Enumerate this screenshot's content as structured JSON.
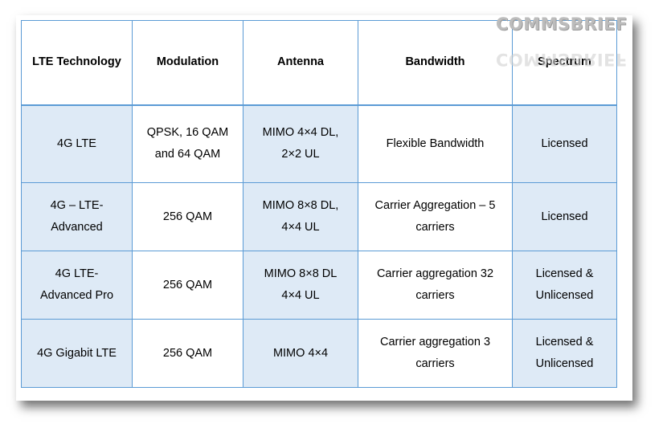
{
  "watermark": "COMMSBRIEF",
  "table": {
    "headers": [
      "LTE Technology",
      "Modulation",
      "Antenna",
      "Bandwidth",
      "Spectrum"
    ],
    "rows": [
      [
        "4G LTE",
        "QPSK, 16 QAM\nand 64 QAM",
        "MIMO 4×4 DL,\n2×2 UL",
        "Flexible Bandwidth",
        "Licensed"
      ],
      [
        "4G – LTE-\nAdvanced",
        "256 QAM",
        "MIMO 8×8 DL,\n4×4 UL",
        "Carrier Aggregation – 5\ncarriers",
        "Licensed"
      ],
      [
        "4G LTE-\nAdvanced Pro",
        "256 QAM",
        "MIMO 8×8 DL\n4×4 UL",
        "Carrier aggregation 32\ncarriers",
        "Licensed &\nUnlicensed"
      ],
      [
        "4G Gigabit LTE",
        "256 QAM",
        "MIMO 4×4",
        "Carrier aggregation 3\ncarriers",
        "Licensed &\nUnlicensed"
      ]
    ]
  }
}
